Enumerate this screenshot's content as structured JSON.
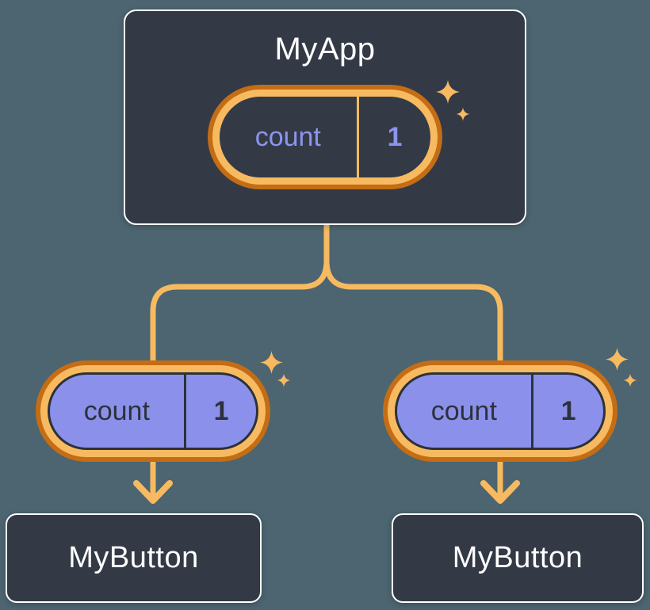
{
  "app": {
    "title": "MyApp",
    "state": {
      "label": "count",
      "value": "1"
    }
  },
  "children": [
    {
      "title": "MyButton",
      "prop": {
        "label": "count",
        "value": "1"
      }
    },
    {
      "title": "MyButton",
      "prop": {
        "label": "count",
        "value": "1"
      }
    }
  ],
  "icons": {
    "sparkle": "sparkle-icon",
    "arrow": "arrow-down-icon"
  },
  "colors": {
    "canvas-bg": "#4C6570",
    "node-bg": "#333A46",
    "node-border": "#FFFFFF",
    "node-text": "#FFFFFF",
    "orange-dark": "#C46D15",
    "orange-light": "#F7BA60",
    "periwinkle": "#8B91EA",
    "periwinkle-text": "#8C94EE",
    "ink-dark": "#2C313B"
  }
}
